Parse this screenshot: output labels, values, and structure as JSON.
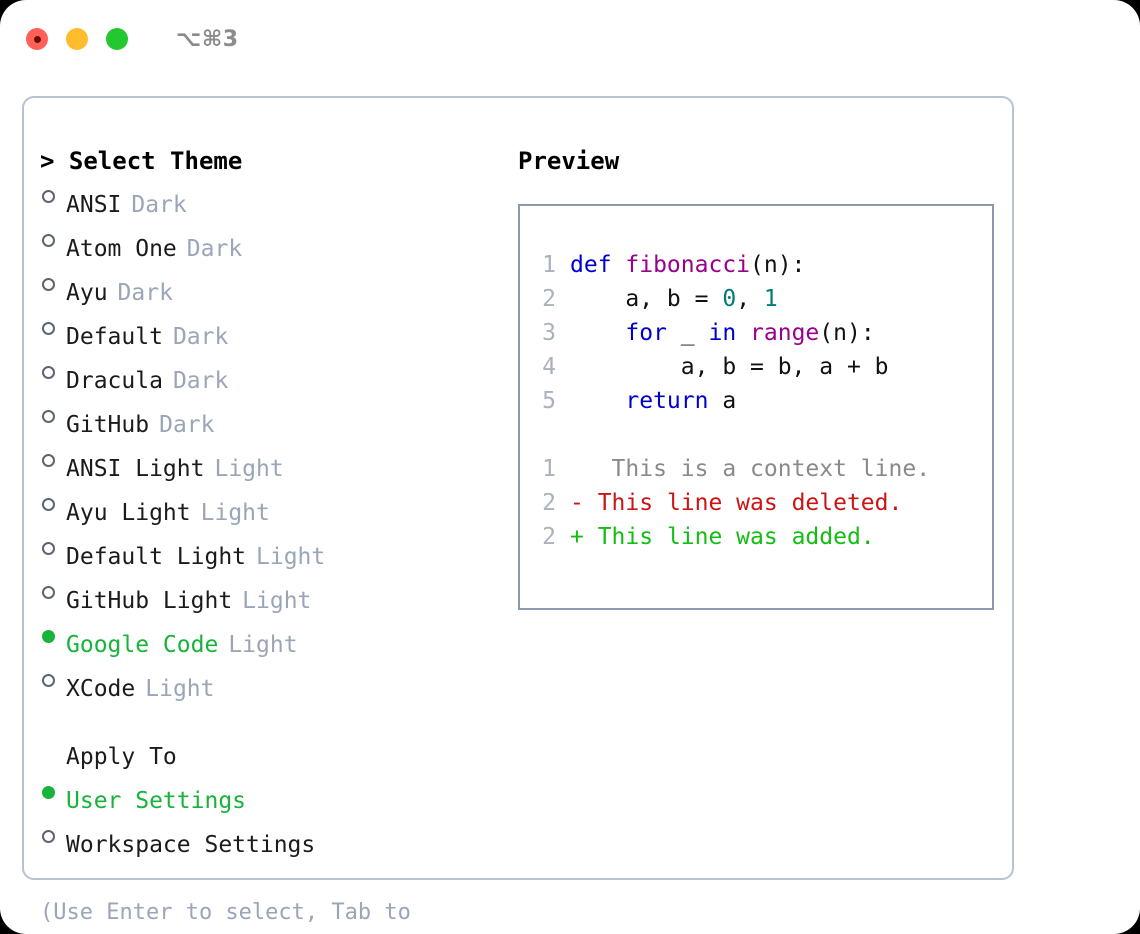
{
  "titlebar": {
    "shortcut": "⌥⌘3",
    "buttons": [
      {
        "name": "close",
        "color": "#ff6057"
      },
      {
        "name": "minimize",
        "color": "#ffbd2e"
      },
      {
        "name": "zoom",
        "color": "#23c830"
      }
    ]
  },
  "theme_list": {
    "header": "> Select Theme",
    "items": [
      {
        "label": "ANSI",
        "tag": "Dark",
        "selected": false
      },
      {
        "label": "Atom One",
        "tag": "Dark",
        "selected": false
      },
      {
        "label": "Ayu",
        "tag": "Dark",
        "selected": false
      },
      {
        "label": "Default",
        "tag": "Dark",
        "selected": false
      },
      {
        "label": "Dracula",
        "tag": "Dark",
        "selected": false
      },
      {
        "label": "GitHub",
        "tag": "Dark",
        "selected": false
      },
      {
        "label": "ANSI Light",
        "tag": "Light",
        "selected": false
      },
      {
        "label": "Ayu Light",
        "tag": "Light",
        "selected": false
      },
      {
        "label": "Default Light",
        "tag": "Light",
        "selected": false
      },
      {
        "label": "GitHub Light",
        "tag": "Light",
        "selected": false
      },
      {
        "label": "Google Code",
        "tag": "Light",
        "selected": true
      },
      {
        "label": "XCode",
        "tag": "Light",
        "selected": false
      }
    ]
  },
  "apply_to": {
    "header": "Apply To",
    "items": [
      {
        "label": "User Settings",
        "selected": true
      },
      {
        "label": "Workspace Settings",
        "selected": false
      }
    ]
  },
  "hint": "(Use Enter to select, Tab to change focus)",
  "preview": {
    "title": "Preview",
    "code_lines": [
      {
        "lineno": "1",
        "tokens": [
          {
            "text": "def ",
            "type": "kw"
          },
          {
            "text": "fibonacci",
            "type": "fn"
          },
          {
            "text": "(n):",
            "type": "txt"
          }
        ]
      },
      {
        "lineno": "2",
        "tokens": [
          {
            "text": "    a, b = ",
            "type": "txt"
          },
          {
            "text": "0",
            "type": "num"
          },
          {
            "text": ", ",
            "type": "txt"
          },
          {
            "text": "1",
            "type": "num"
          }
        ]
      },
      {
        "lineno": "3",
        "tokens": [
          {
            "text": "    ",
            "type": "txt"
          },
          {
            "text": "for",
            "type": "kw"
          },
          {
            "text": " _ ",
            "type": "txt"
          },
          {
            "text": "in",
            "type": "kw"
          },
          {
            "text": " ",
            "type": "txt"
          },
          {
            "text": "range",
            "type": "fn"
          },
          {
            "text": "(n):",
            "type": "txt"
          }
        ]
      },
      {
        "lineno": "4",
        "tokens": [
          {
            "text": "        a, b = b, a + b",
            "type": "txt"
          }
        ]
      },
      {
        "lineno": "5",
        "tokens": [
          {
            "text": "    ",
            "type": "txt"
          },
          {
            "text": "return",
            "type": "kw"
          },
          {
            "text": " a",
            "type": "txt"
          }
        ]
      }
    ],
    "diff_lines": [
      {
        "lineno": "1",
        "marker": " ",
        "text": "  This is a context line.",
        "type": "ctx"
      },
      {
        "lineno": "2",
        "marker": "-",
        "text": " This line was deleted.",
        "type": "del"
      },
      {
        "lineno": "2",
        "marker": "+",
        "text": " This line was added.",
        "type": "add"
      }
    ]
  },
  "colors": {
    "accent_green": "#18b33a",
    "muted": "#9aa6b8",
    "border": "#b9c2cf",
    "code_border": "#8a9aab",
    "keyword": "#0000cc",
    "function": "#99008c",
    "number": "#007c7c",
    "deleted": "#cc1414",
    "added": "#14bd14"
  }
}
